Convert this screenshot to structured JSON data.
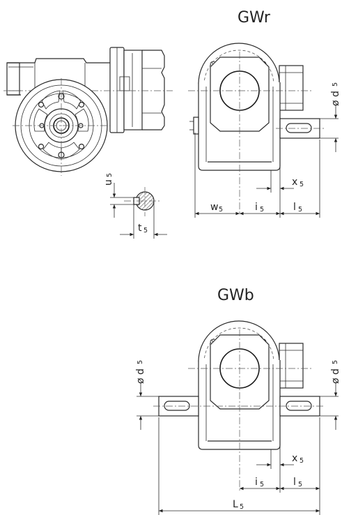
{
  "titles": {
    "top": "GWr",
    "bottom": "GWb"
  },
  "dims": {
    "d": {
      "main": "ø d",
      "sub": "5"
    },
    "u": {
      "main": "u",
      "sub": "5"
    },
    "t": {
      "main": "t",
      "sub": "5"
    },
    "w": {
      "main": "w",
      "sub": "5"
    },
    "i": {
      "main": "i",
      "sub": "5"
    },
    "l": {
      "main": "l",
      "sub": "5"
    },
    "x": {
      "main": "x",
      "sub": "5"
    },
    "L": {
      "main": "L",
      "sub": "5"
    }
  }
}
